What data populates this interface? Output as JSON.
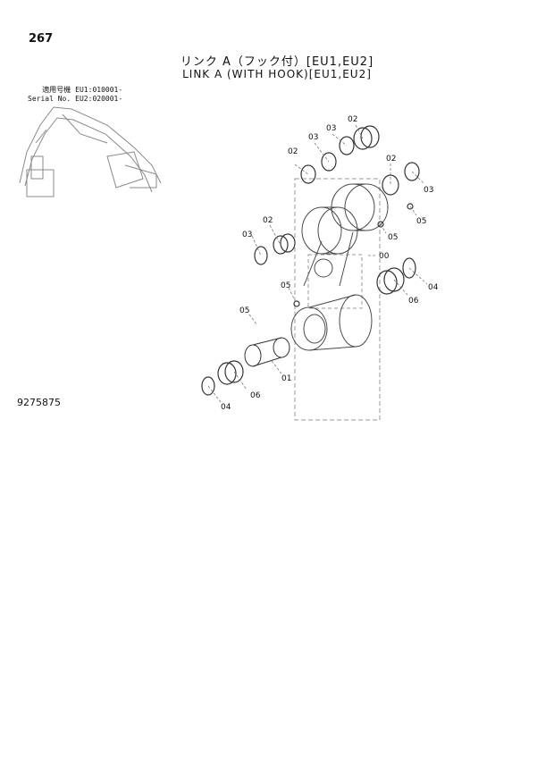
{
  "page_number": "267",
  "title_jp": "リンク A（フック付）[EU1,EU2]",
  "title_en": "LINK A (WITH HOOK)[EU1,EU2]",
  "serial": {
    "label_jp": "適用号機",
    "label_en": "Serial No.",
    "eu1": "EU1:010001-",
    "eu2": "EU2:020001-"
  },
  "callouts": [
    "02",
    "03",
    "03",
    "02",
    "02",
    "03",
    "05",
    "02",
    "03",
    "05",
    "00",
    "05",
    "05",
    "04",
    "06",
    "01",
    "06",
    "04"
  ],
  "drawing_number": "9275875"
}
